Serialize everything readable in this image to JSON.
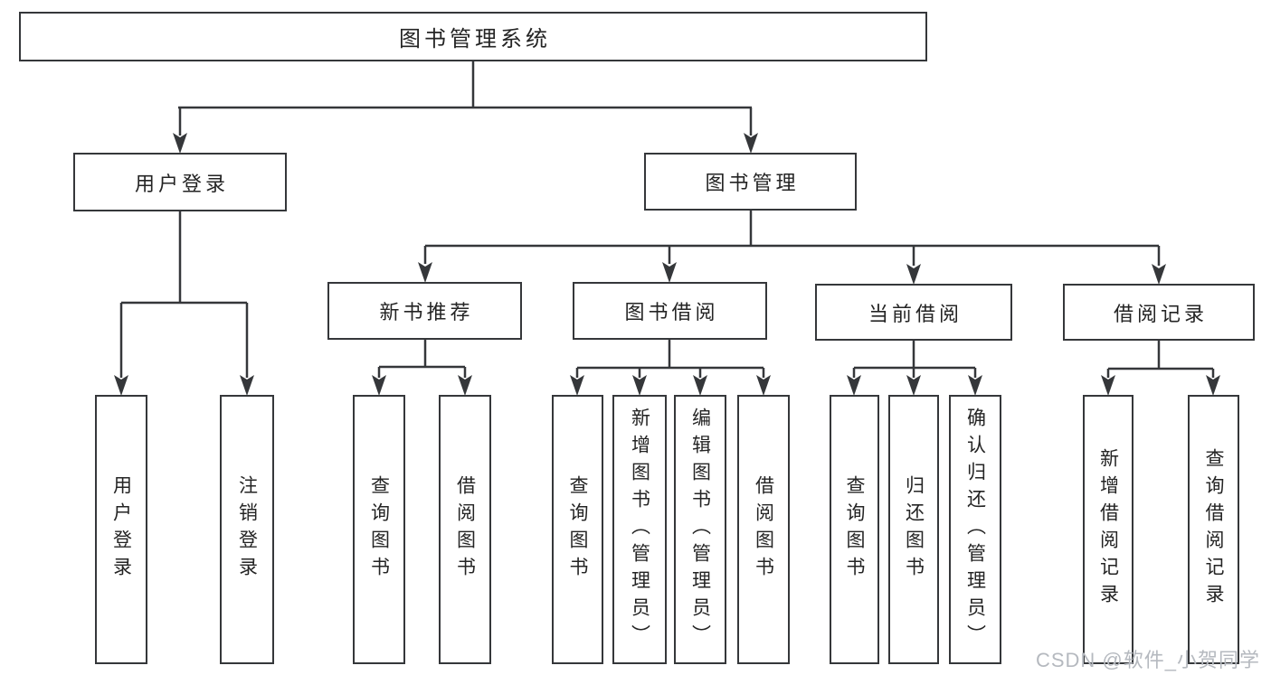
{
  "diagram": {
    "root": "图书管理系统",
    "level2": [
      "用户登录",
      "图书管理"
    ],
    "level3": [
      "新书推荐",
      "图书借阅",
      "当前借阅",
      "借阅记录"
    ],
    "leaves": {
      "user_login": [
        "用户登录",
        "注销登录"
      ],
      "new_book": [
        "查询图书",
        "借阅图书"
      ],
      "book_borrow": [
        "查询图书",
        "新增图书（管理员）",
        "编辑图书（管理员）",
        "借阅图书"
      ],
      "current_borrow": [
        "查询图书",
        "归还图书",
        "确认归还（管理员）"
      ],
      "borrow_record": [
        "新增借阅记录",
        "查询借阅记录"
      ]
    },
    "watermark": "CSDN @软件_小贺同学",
    "colors": {
      "line": "#35373a",
      "text": "#242424",
      "background": "#ffffff",
      "watermark": "#b5b9bf"
    }
  }
}
